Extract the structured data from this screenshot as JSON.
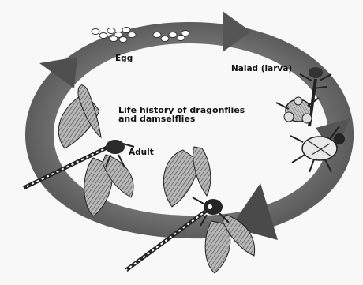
{
  "diagram": {
    "title_line1": "Life history of dragonflies",
    "title_line2": "and damselflies",
    "stages": {
      "egg": "Egg",
      "naiad": "Naiad (larva)",
      "adult": "Adult"
    }
  },
  "colors": {
    "cycle_ring": "#6f6f6f",
    "background": "#f8f8f8"
  }
}
